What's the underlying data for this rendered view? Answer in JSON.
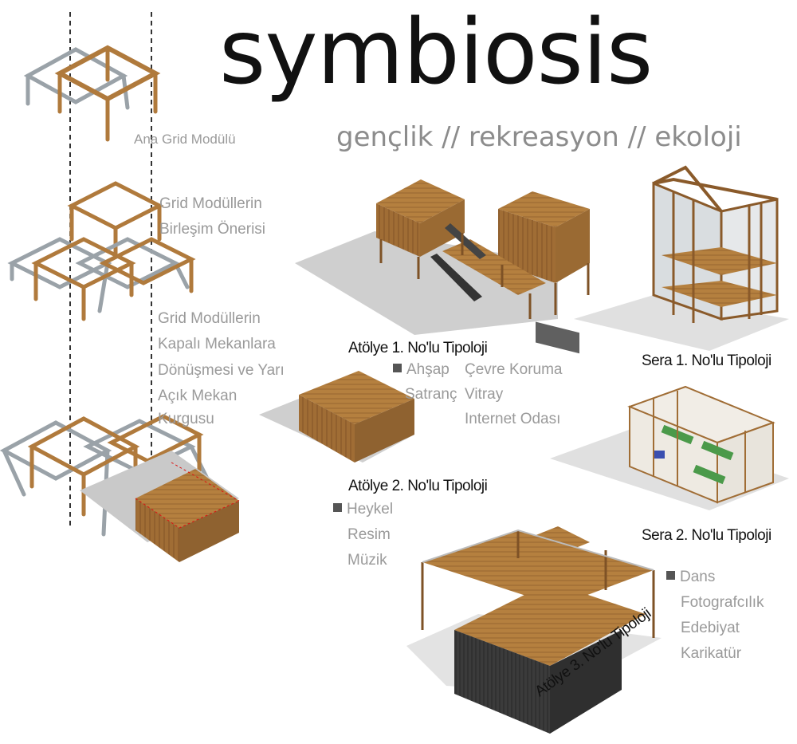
{
  "header": {
    "title": "symbiosis",
    "subtitle": "gençlik // rekreasyon // ekoloji"
  },
  "grid_steps": {
    "step1": "Ana Grid Modülü",
    "step2_line1": "Grid Modüllerin",
    "step2_line2": "Birleşim Önerisi",
    "step3_line1": "Grid Modüllerin",
    "step3_line2": "Kapalı Mekanlara",
    "step3_line3": "Dönüşmesi ve Yarı",
    "step3_line4": "Açık Mekan",
    "step3_line5": "Kurgusu"
  },
  "typologies": {
    "atolye1": {
      "title": "Atölye 1. No'lu Tipoloji",
      "activities": [
        "Ahşap",
        "Satranç",
        "Çevre Koruma",
        "Vitray",
        "Internet Odası"
      ]
    },
    "atolye2": {
      "title": "Atölye 2. No'lu Tipoloji",
      "activities": [
        "Heykel",
        "Resim",
        "Müzik"
      ]
    },
    "atolye3": {
      "title": "Atölye 3. No'lu Tipoloji",
      "activities": [
        "Dans",
        "Fotografcılık",
        "Edebiyat",
        "Karikatür"
      ]
    },
    "sera1": {
      "title": "Sera 1. No'lu Tipoloji"
    },
    "sera2": {
      "title": "Sera 2. No'lu Tipoloji"
    }
  },
  "colors": {
    "wood": "#b07a3c",
    "wood_dark": "#7e5226",
    "wood_light": "#c99a5a",
    "steel": "#9aa2a8",
    "shadow": "#cfcfcf",
    "plant": "#4b9a4a"
  }
}
